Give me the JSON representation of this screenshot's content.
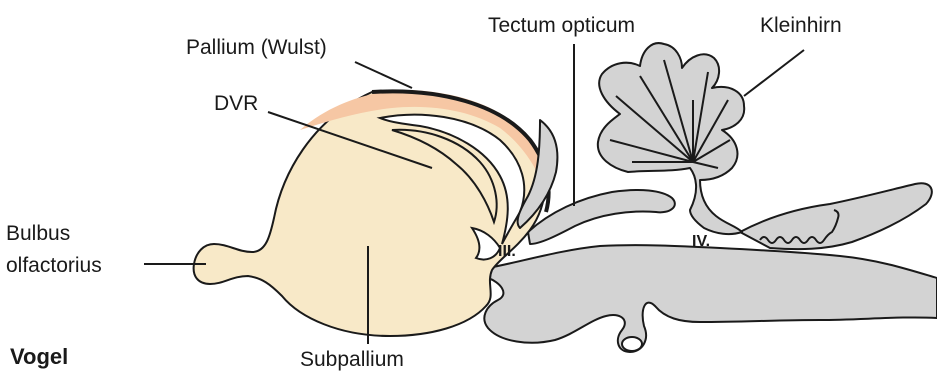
{
  "colors": {
    "pallium_fill": "#f6c7a4",
    "forebrain_fill": "#f8e9c8",
    "brainstem_fill": "#d3d3d3",
    "outline": "#1a1a1a"
  },
  "labels": {
    "pallium": "Pallium (Wulst)",
    "dvr": "DVR",
    "tectum": "Tectum opticum",
    "kleinhirn": "Kleinhirn",
    "bulbus_line1": "Bulbus",
    "bulbus_line2": "olfactorius",
    "subpallium": "Subpallium",
    "vogel": "Vogel",
    "ventricle_3": "III.",
    "ventricle_4": "IV."
  }
}
